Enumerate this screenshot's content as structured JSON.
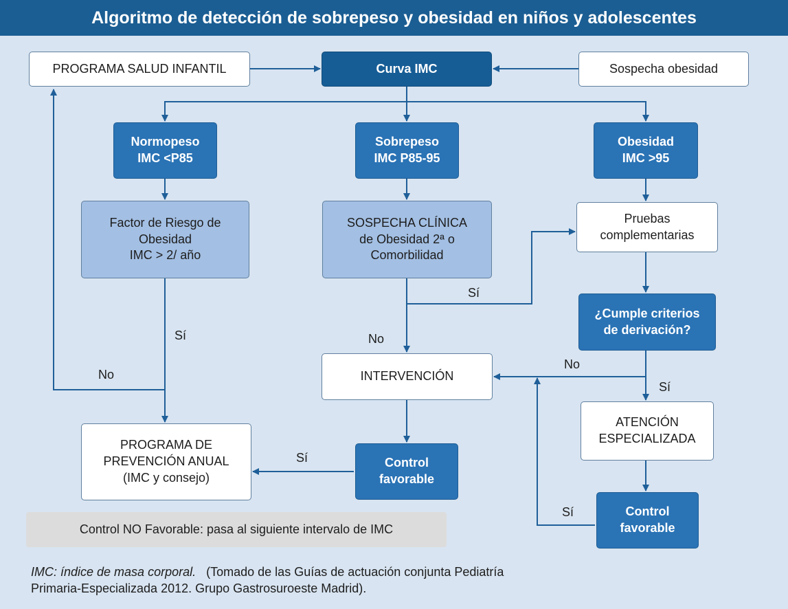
{
  "title": "Algoritmo de detección de sobrepeso y obesidad en niños y adolescentes",
  "nodes": {
    "programa_salud": "PROGRAMA SALUD INFANTIL",
    "curva_imc": "Curva IMC",
    "sospecha_obesidad": "Sospecha obesidad",
    "normopeso_1": "Normopeso",
    "normopeso_2": "IMC <P85",
    "sobrepeso_1": "Sobrepeso",
    "sobrepeso_2": "IMC P85-95",
    "obesidad_1": "Obesidad",
    "obesidad_2": "IMC >95",
    "factor_1": "Factor de Riesgo de",
    "factor_2": "Obesidad",
    "factor_3": "IMC > 2/ año",
    "sospecha_clinica_1": "SOSPECHA CLÍNICA",
    "sospecha_clinica_2": "de Obesidad 2ª o",
    "sospecha_clinica_3": "Comorbilidad",
    "pruebas_1": "Pruebas",
    "pruebas_2": "complementarias",
    "cumple_1": "¿Cumple criterios",
    "cumple_2": "de derivación?",
    "intervencion": "INTERVENCIÓN",
    "atencion_1": "ATENCIÓN",
    "atencion_2": "ESPECIALIZADA",
    "prevencion_1": "PROGRAMA DE",
    "prevencion_2": "PREVENCIÓN ANUAL",
    "prevencion_3": "(IMC y consejo)",
    "control_1_a": "Control",
    "control_1_b": "favorable",
    "control_2_a": "Control",
    "control_2_b": "favorable",
    "control_no_favorable": "Control NO Favorable: pasa al siguiente intervalo de IMC"
  },
  "edge_labels": {
    "si_factor": "Sí",
    "no_factor": "No",
    "si_sospecha": "Sí",
    "no_sospecha": "No",
    "no_cumple": "No",
    "si_cumple": "Sí",
    "si_control_1": "Sí",
    "si_control_2": "Sí"
  },
  "footnote": {
    "definition": "IMC: índice de masa corporal.",
    "source_1": "(Tomado de las Guías de actuación conjunta Pediatría",
    "source_2": "Primaria-Especializada 2012. Grupo Gastrosuroeste Madrid)."
  },
  "colors": {
    "header": "#1b5e93",
    "panel": "#d8e4f1",
    "dark_box": "#2a73b5",
    "darker_box": "#165d96",
    "light_box": "#a3bfe3",
    "connector": "#1f5f99"
  }
}
